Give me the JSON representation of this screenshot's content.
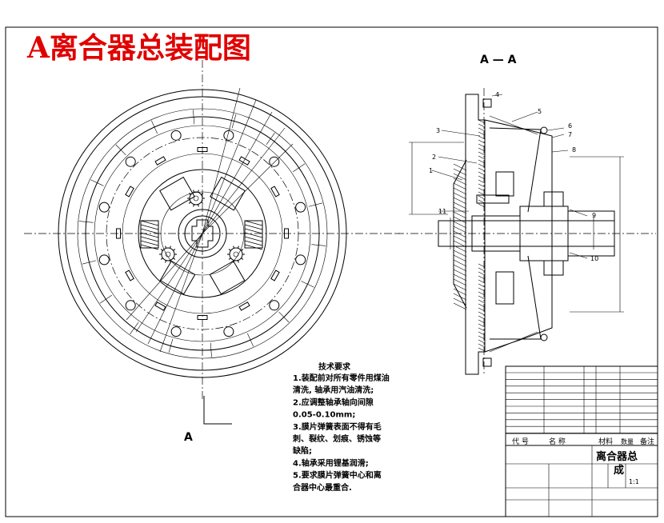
{
  "title": "A离合器总装配图",
  "section_label": "A — A",
  "view_label": "A",
  "callouts": [
    "1",
    "2",
    "3",
    "4",
    "5",
    "6",
    "7",
    "8",
    "9",
    "10",
    "11"
  ],
  "requirements": {
    "heading": "技术要求",
    "lines": [
      "1.装配前对所有零件用煤油",
      "清洗, 轴承用汽油清洗;",
      "2.应调整轴承轴向间隙",
      "0.05-0.10mm;",
      "3.膜片弹簧表面不得有毛",
      "刺、裂纹、划痕、锈蚀等",
      "缺陷;",
      "4.轴承采用锂基润滑;",
      "5.要求膜片弹簧中心和离",
      "合器中心最重合."
    ]
  },
  "title_block": {
    "name": "离合器总",
    "name2": "成",
    "headers": [
      "代  号",
      "名  称",
      "材料",
      "数量",
      "备注"
    ],
    "scale": "1:1"
  }
}
